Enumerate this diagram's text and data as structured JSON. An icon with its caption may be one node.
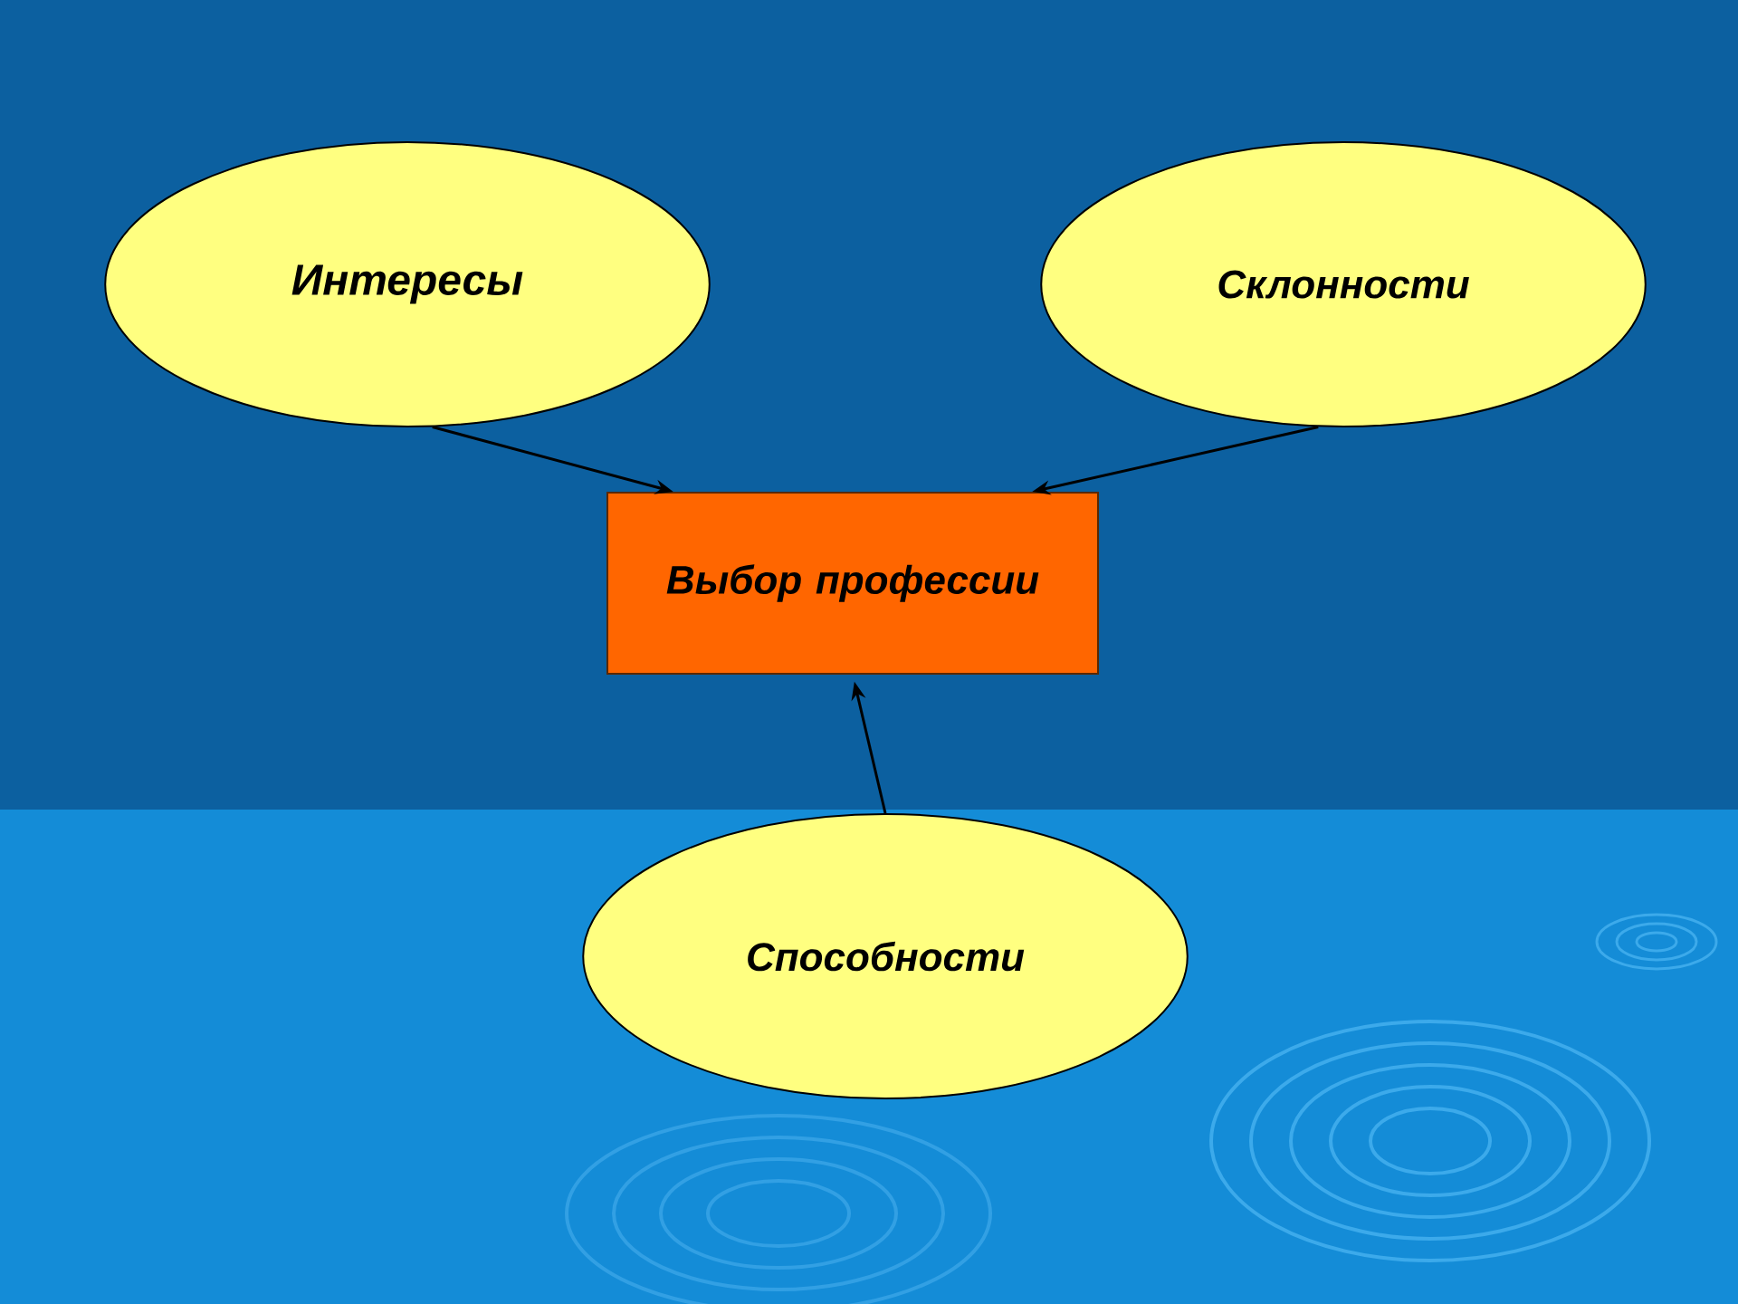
{
  "diagram": {
    "nodes": [
      {
        "text": [
          "Интересы"
        ]
      },
      {
        "text": [
          "Склонности"
        ]
      },
      {
        "text": [
          "Выбор профессии"
        ]
      },
      {
        "text": [
          "Способности"
        ]
      }
    ],
    "edges": [
      {
        "from": 0,
        "to": 2,
        "arrow": "to"
      },
      {
        "from": 1,
        "to": 2,
        "arrow": "to"
      },
      {
        "from": 3,
        "to": 2,
        "arrow": "to"
      }
    ]
  }
}
